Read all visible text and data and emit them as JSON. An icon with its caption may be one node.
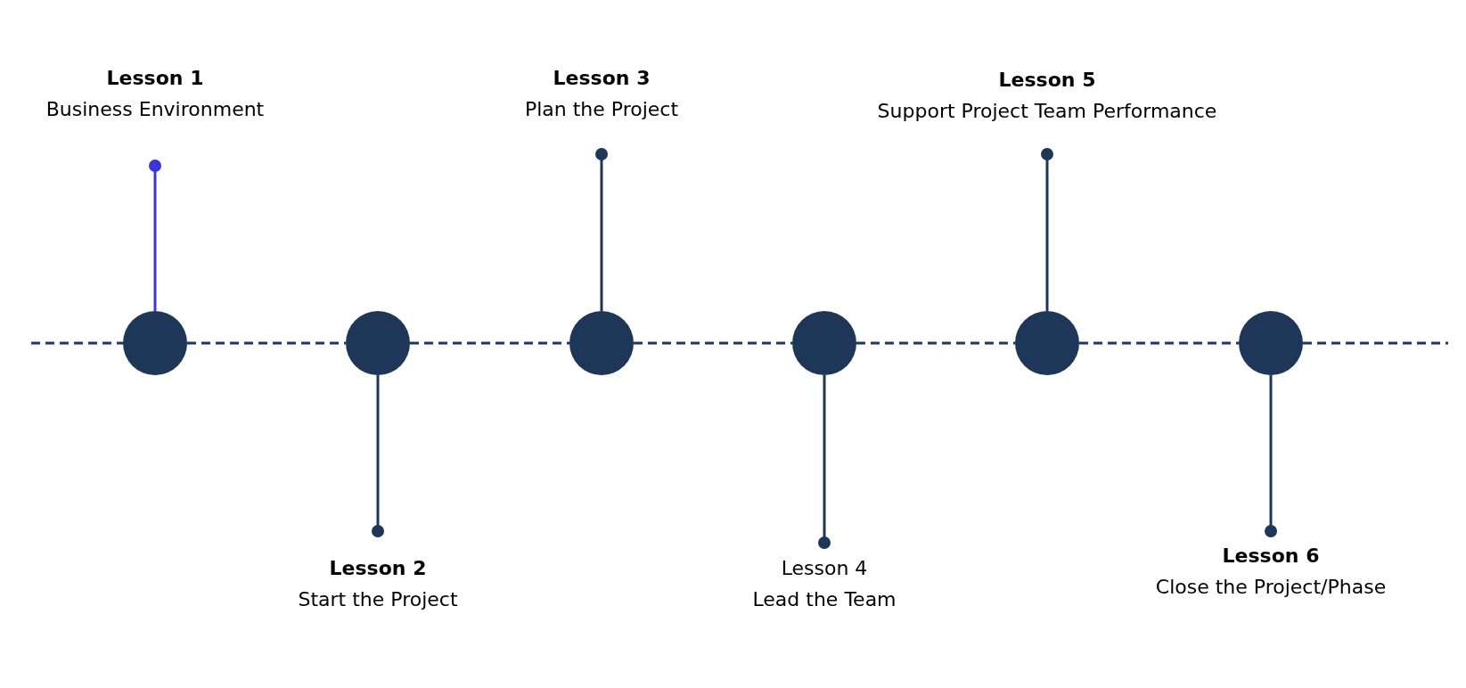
{
  "diagram": {
    "nodes": [
      {
        "text": [
          "Lesson 1",
          "Business Environment"
        ]
      },
      {
        "text": [
          "Lesson 2",
          "Start the Project"
        ]
      },
      {
        "text": [
          "Lesson 3",
          "Plan the Project"
        ]
      },
      {
        "text": [
          "Lesson 4",
          "Lead the Team"
        ]
      },
      {
        "text": [
          "Lesson 5",
          "Support Project Team Performance"
        ]
      },
      {
        "text": [
          "Lesson 6",
          "Close the Project/Phase"
        ]
      },
      {
        "text": [],
        "shape": "circle"
      },
      {
        "text": [],
        "shape": "circle"
      },
      {
        "text": [],
        "shape": "circle"
      },
      {
        "text": [],
        "shape": "circle"
      },
      {
        "text": [],
        "shape": "circle"
      },
      {
        "text": [],
        "shape": "circle"
      }
    ],
    "edges": [
      {
        "from": 6,
        "to": 0,
        "arrow": "other",
        "color": "#3a36d6"
      },
      {
        "from": 7,
        "to": 1,
        "arrow": "other"
      },
      {
        "from": 8,
        "to": 2,
        "arrow": "other"
      },
      {
        "from": 9,
        "to": 3,
        "arrow": "other"
      },
      {
        "from": 10,
        "to": 4,
        "arrow": "other"
      },
      {
        "from": 11,
        "to": 5,
        "arrow": "other"
      },
      {
        "from": null,
        "to": 6,
        "arrow": "none",
        "style": "dashed"
      },
      {
        "from": 6,
        "to": 7,
        "arrow": "none",
        "style": "dashed"
      },
      {
        "from": 7,
        "to": 8,
        "arrow": "none",
        "style": "dashed"
      },
      {
        "from": 8,
        "to": 9,
        "arrow": "none",
        "style": "dashed"
      },
      {
        "from": 9,
        "to": 10,
        "arrow": "none",
        "style": "dashed"
      },
      {
        "from": 10,
        "to": 11,
        "arrow": "none",
        "style": "dashed"
      },
      {
        "from": 11,
        "to": null,
        "arrow": "none",
        "style": "dashed"
      }
    ]
  }
}
